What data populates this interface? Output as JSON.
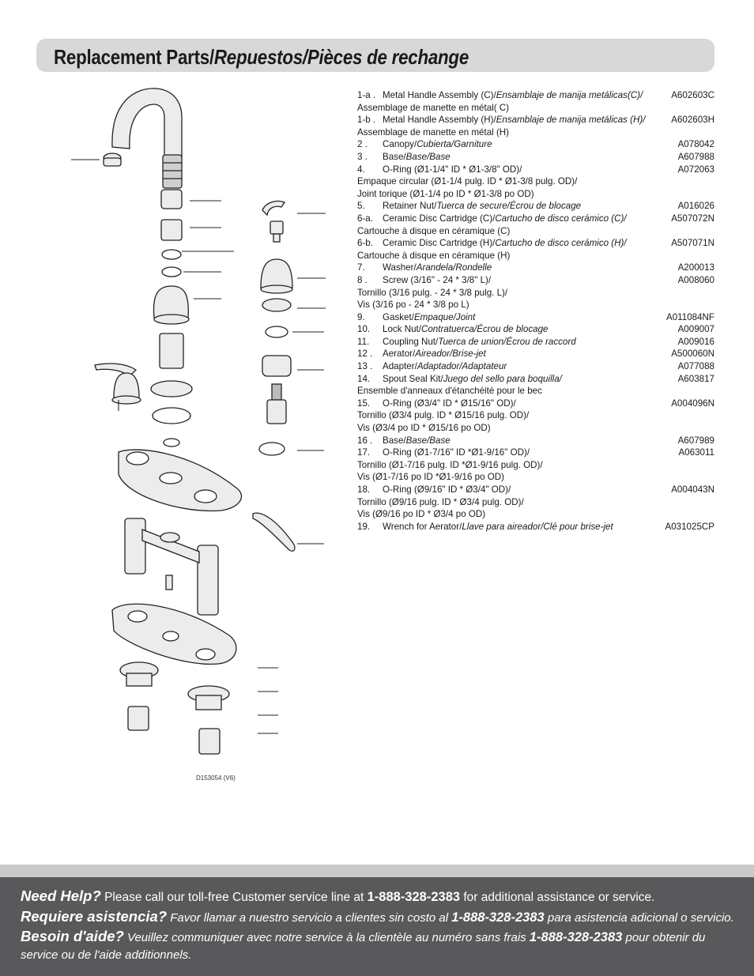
{
  "title": {
    "main": "Replacement Parts/",
    "italic": "Repuestos/Pièces de rechange"
  },
  "diagram_code": "D153054 (V6)",
  "parts": [
    {
      "num": "1-a .",
      "desc": "Metal Handle Assembly (C)/",
      "desc_it": "Ensamblaje de manija metálicas(C)/",
      "pn": "A602603C",
      "sub": [
        "Assemblage de manette en métal( C)"
      ]
    },
    {
      "num": "1-b .",
      "desc": "Metal Handle Assembly (H)/",
      "desc_it": "Ensamblaje de manija metálicas (H)/",
      "pn": "A602603H",
      "sub": [
        "Assemblage de manette en métal (H)"
      ]
    },
    {
      "num": "2 .",
      "desc": "Canopy/",
      "desc_it": "Cubierta/Garniture",
      "pn": "A078042",
      "sub": []
    },
    {
      "num": "3 .",
      "desc": "Base/",
      "desc_it": "Base/Base",
      "pn": "A607988",
      "sub": []
    },
    {
      "num": "4.",
      "desc": "O-Ring (Ø1-1/4\" ID * Ø1-3/8\" OD)/",
      "desc_it": "",
      "pn": "A072063",
      "sub": [
        "Empaque circular (Ø1-1/4 pulg. ID * Ø1-3/8 pulg. OD)/",
        "Joint torique (Ø1-1/4 po ID * Ø1-3/8 po OD)"
      ]
    },
    {
      "num": "5.",
      "desc": "Retainer Nut/",
      "desc_it": "Tuerca de secure/Écrou de blocage",
      "pn": "A016026",
      "sub": []
    },
    {
      "num": "6-a.",
      "desc": "Ceramic Disc Cartridge (C)/",
      "desc_it": "Cartucho de disco cerámico (C)/",
      "pn": "A507072N",
      "sub": [
        "Cartouche à disque en céramique (C)"
      ]
    },
    {
      "num": "6-b.",
      "desc": "Ceramic Disc Cartridge (H)/",
      "desc_it": "Cartucho de disco cerámico (H)/",
      "pn": "A507071N",
      "sub": [
        "Cartouche à disque en céramique (H)"
      ]
    },
    {
      "num": "7.",
      "desc": "Washer/",
      "desc_it": "Arandela/Rondelle",
      "pn": "A200013",
      "sub": []
    },
    {
      "num": "8 .",
      "desc": "Screw (3/16\" - 24 * 3/8\" L)/",
      "desc_it": "",
      "pn": "A008060",
      "sub": [
        "Tornillo (3/16 pulg. - 24 * 3/8 pulg. L)/",
        "Vis (3/16 po - 24 * 3/8 po L)"
      ]
    },
    {
      "num": "9.",
      "desc": "Gasket/",
      "desc_it": "Empaque/Joint",
      "pn": "A011084NF",
      "sub": []
    },
    {
      "num": "10.",
      "desc": "Lock Nut/",
      "desc_it": "Contratuerca/Écrou de blocage",
      "pn": "A009007",
      "sub": []
    },
    {
      "num": "11.",
      "desc": "Coupling Nut/",
      "desc_it": "Tuerca de union/Écrou de raccord",
      "pn": "A009016",
      "sub": []
    },
    {
      "num": "12 .",
      "desc": "Aerator/",
      "desc_it": "Aireador/Brise-jet",
      "pn": "A500060N",
      "sub": []
    },
    {
      "num": "13 .",
      "desc": "Adapter/",
      "desc_it": "Adaptador/Adaptateur",
      "pn": "A077088",
      "sub": []
    },
    {
      "num": "14.",
      "desc": "Spout Seal Kit/",
      "desc_it": "Juego del sello para boquilla/",
      "pn": "A603817",
      "sub": [
        "Ensemble d'anneaux d'étanchéité pour le bec"
      ]
    },
    {
      "num": "15.",
      "desc": "O-Ring (Ø3/4\" ID * Ø15/16\" OD)/",
      "desc_it": "",
      "pn": "A004096N",
      "sub": [
        "Tornillo (Ø3/4 pulg. ID * Ø15/16 pulg. OD)/",
        "Vis (Ø3/4 po ID * Ø15/16 po OD)"
      ]
    },
    {
      "num": "16 .",
      "desc": "Base/",
      "desc_it": "Base/Base",
      "pn": "A607989",
      "sub": []
    },
    {
      "num": "17.",
      "desc": "O-Ring (Ø1-7/16\" ID *Ø1-9/16\" OD)/",
      "desc_it": "",
      "pn": "A063011",
      "sub": [
        "Tornillo (Ø1-7/16 pulg. ID *Ø1-9/16 pulg. OD)/",
        "Vis (Ø1-7/16 po ID *Ø1-9/16 po OD)"
      ]
    },
    {
      "num": "18.",
      "desc": "O-Ring (Ø9/16\" ID * Ø3/4\" OD)/",
      "desc_it": "",
      "pn": "A004043N",
      "sub": [
        "Tornillo (Ø9/16 pulg. ID * Ø3/4 pulg. OD)/",
        "Vis (Ø9/16 po ID * Ø3/4 po OD)"
      ]
    },
    {
      "num": "19.",
      "desc": "Wrench for Aerator/",
      "desc_it": "Llave para aireador/Clé pour brise-jet",
      "pn": "A031025CP",
      "sub": []
    }
  ],
  "footer": {
    "en_q": "Need Help?",
    "en_text": " Please call our toll-free Customer service line at ",
    "en_phone": "1-888-328-2383",
    "en_tail": " for additional assistance or service.",
    "es_q": "Requiere asistencia?",
    "es_text": " Favor llamar a nuestro servicio a clientes sin costo al ",
    "es_phone": "1-888-328-2383",
    "es_tail": " para asistencia adicional o servicio.",
    "fr_q": "Besoin d'aide?",
    "fr_text": " Veuillez communiquer avec notre service à la clientèle au numéro sans frais ",
    "fr_phone": "1-888-328-2383",
    "fr_tail": " pour obtenir du service ou de l'aide additionnels."
  },
  "colors": {
    "title_bar": "#d8d8d9",
    "footer_bg": "#59595b",
    "footer_strip": "#c9c9ca"
  }
}
